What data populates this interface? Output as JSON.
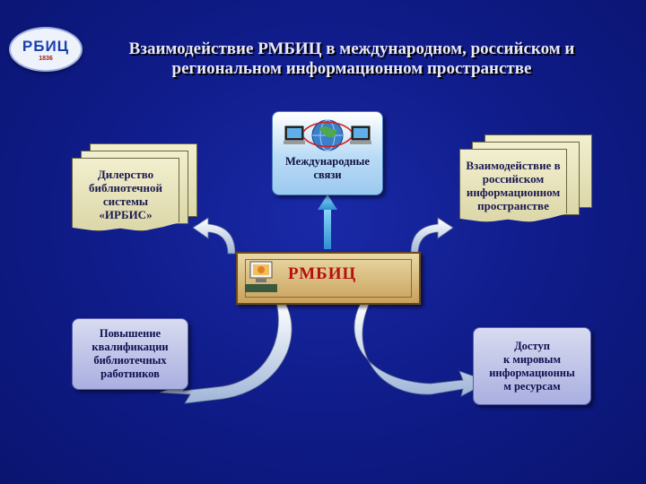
{
  "logo": {
    "abbr": "РБИЦ",
    "year": "1836"
  },
  "title": {
    "line1": "Взаимодействие РМБИЦ в международном, российском и",
    "line2": "региональном информационном пространстве"
  },
  "nodes": {
    "center": "РМБИЦ",
    "international": "Международные связи",
    "irbis": [
      "Дилерство",
      "библиотечной",
      "системы",
      "«ИРБИС»"
    ],
    "russian": [
      "Взаимодействие в",
      "российском",
      "информационном",
      "пространстве"
    ],
    "qualification": [
      "Повышение",
      "квалификации",
      "библиотечных",
      "работников"
    ],
    "access": [
      "Доступ",
      "к мировым",
      "информационны",
      "м ресурсам"
    ]
  },
  "icons": {
    "globe": "globe-icon",
    "computer": "computer-icon"
  },
  "colors": {
    "background": "#101d8c",
    "center_text": "#b80e0e",
    "arrow_up": "#4fb6e8"
  }
}
